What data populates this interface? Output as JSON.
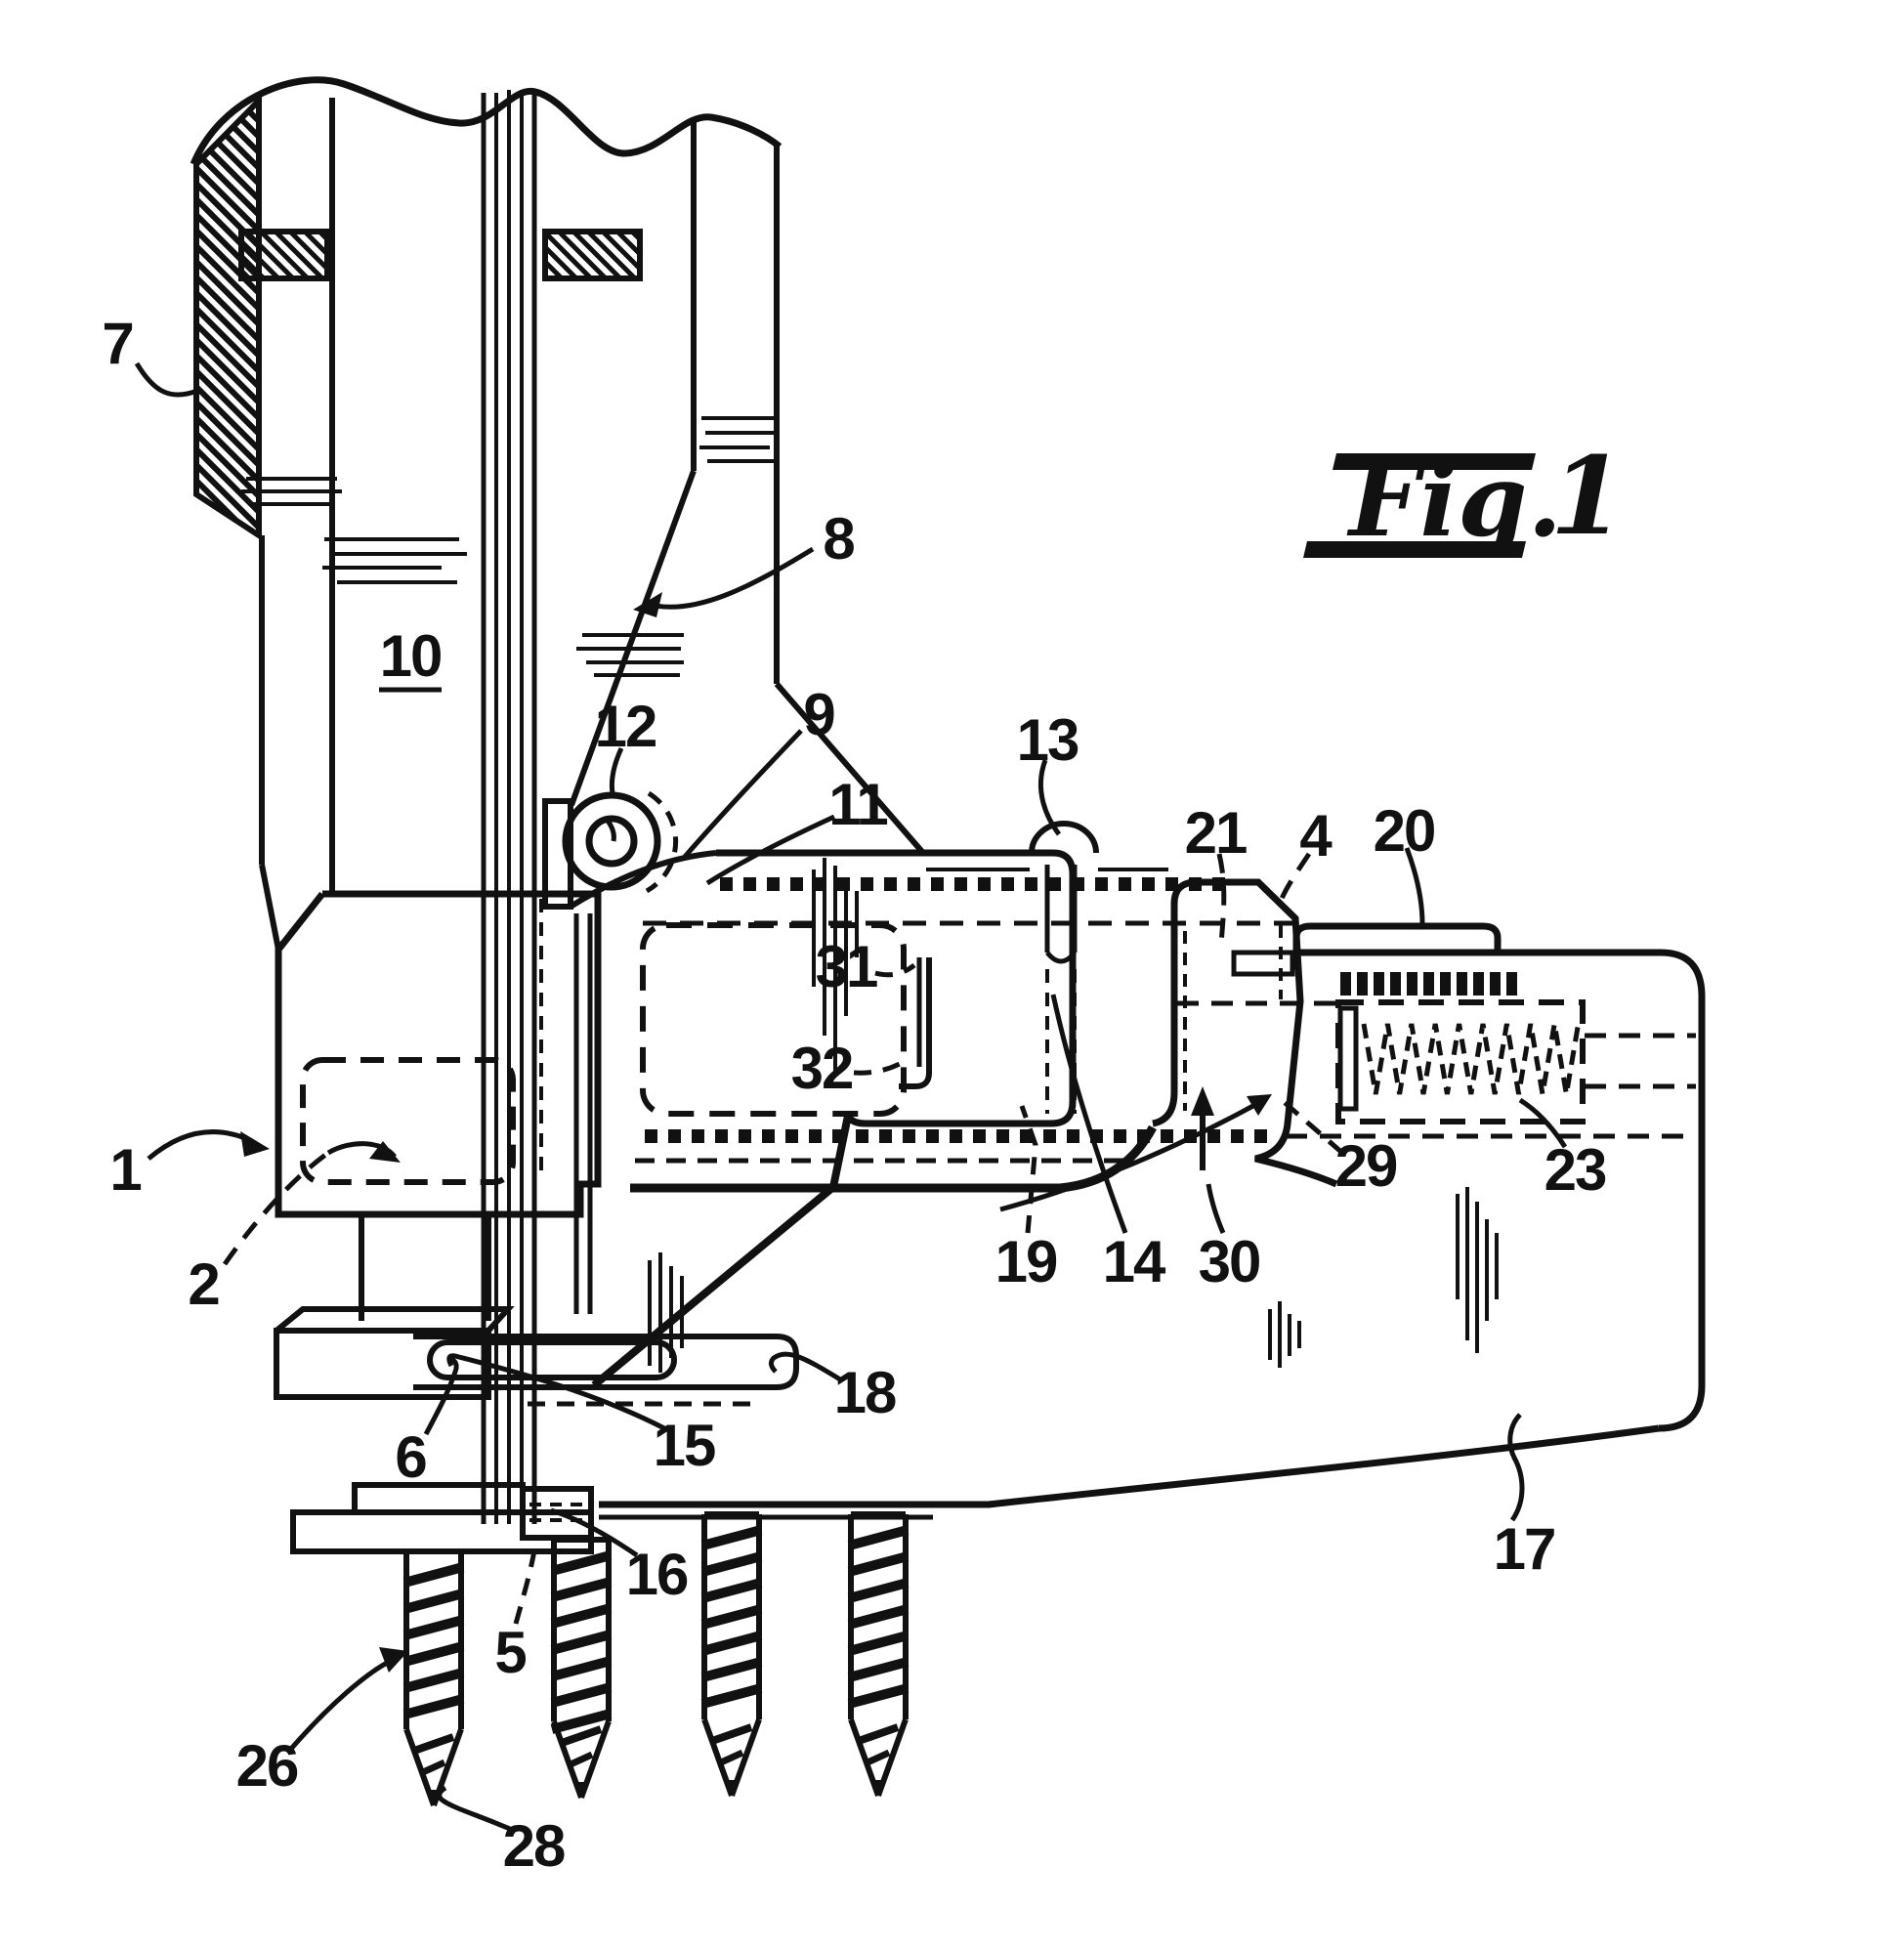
{
  "figure": {
    "title_fig": "Fig.",
    "title_num": "1"
  },
  "colors": {
    "ink": "#111111",
    "paper": "#ffffff"
  },
  "reference_labels": [
    {
      "text": "7"
    },
    {
      "text": "10"
    },
    {
      "text": "8"
    },
    {
      "text": "12"
    },
    {
      "text": "9"
    },
    {
      "text": "11"
    },
    {
      "text": "13"
    },
    {
      "text": "21"
    },
    {
      "text": "4"
    },
    {
      "text": "20"
    },
    {
      "text": "31"
    },
    {
      "text": "32"
    },
    {
      "text": "1"
    },
    {
      "text": "2"
    },
    {
      "text": "19"
    },
    {
      "text": "14"
    },
    {
      "text": "30"
    },
    {
      "text": "29"
    },
    {
      "text": "23"
    },
    {
      "text": "6"
    },
    {
      "text": "15"
    },
    {
      "text": "18"
    },
    {
      "text": "16"
    },
    {
      "text": "5"
    },
    {
      "text": "26"
    },
    {
      "text": "28"
    },
    {
      "text": "17"
    }
  ]
}
